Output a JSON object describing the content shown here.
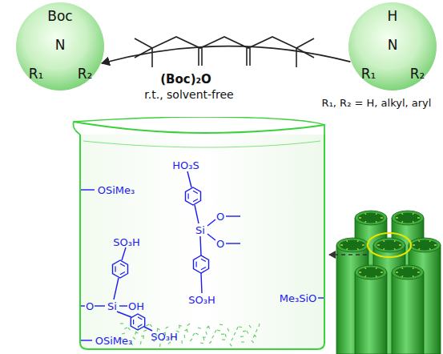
{
  "diagram": {
    "nodes": [
      {
        "text": [
          "Boc",
          "N",
          "R₁",
          "R₂"
        ]
      },
      {
        "text": [
          "H",
          "N",
          "R₁",
          "R₂"
        ]
      },
      {
        "text": [
          "HO₃S",
          "OSiMe₃",
          "Si",
          "O",
          "O",
          "SO₃H",
          "SO₃H",
          "Me₃SiO",
          "O",
          "Si",
          "OH",
          "SO₃H",
          "OSiMe₃"
        ]
      }
    ],
    "edges": [
      {
        "from": 1,
        "to": 0,
        "label": "(Boc)₂O",
        "arrow": "to"
      }
    ],
    "labels": [
      "r.t., solvent-free",
      "R₁, R₂ = H, alkyl, aryl"
    ]
  }
}
